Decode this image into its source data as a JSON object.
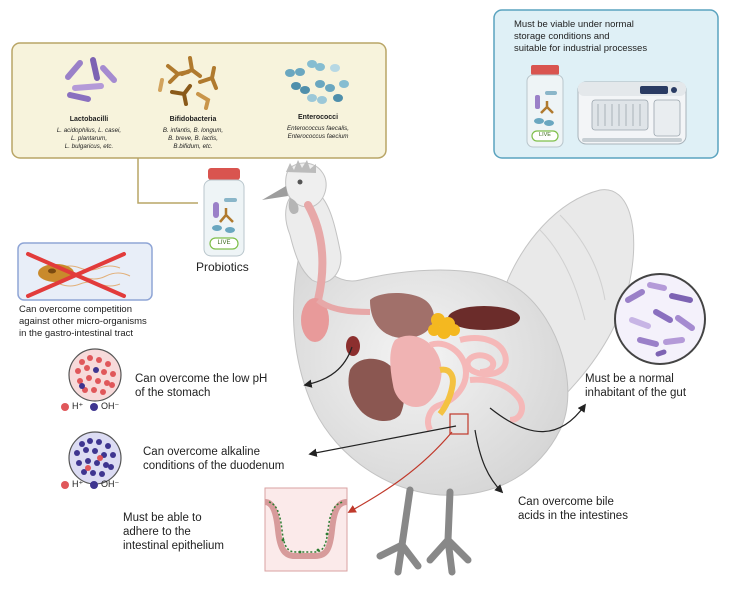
{
  "bacteria": {
    "lactobacilli": {
      "title": "Lactobacilli",
      "species": [
        "L. acidophilus, L. casei,",
        "L. plantarum,",
        "L. bulgaricus, etc."
      ]
    },
    "bifidobacteria": {
      "title": "Bifidobacteria",
      "species": [
        "B. infantis, B. longum,",
        "B. breve, B. lactis,",
        "B.bifidum, etc."
      ]
    },
    "enterococci": {
      "title": "Enterococci",
      "species": [
        "Enterococcus faecalis,",
        "Enterococcus faecium"
      ]
    }
  },
  "storage": {
    "text": [
      "Must be viable under normal",
      "storage   conditions and",
      "suitable for industrial processes"
    ],
    "jar_label": "LIVE"
  },
  "probiotics": {
    "label": "Probiotics",
    "jar_label": "LIVE"
  },
  "competition": {
    "text": [
      "Can overcome competition",
      "against other micro-organisms",
      "in the gastro-intestinal tract"
    ]
  },
  "stomach": {
    "text": [
      "Can overcome the low pH",
      "of the stomach"
    ],
    "ions": {
      "h": "H⁺",
      "oh": "OH⁻"
    }
  },
  "duodenum": {
    "text": [
      "Can overcome alkaline",
      "conditions of the duodenum"
    ],
    "ions": {
      "h": "H⁺",
      "oh": "OH⁻"
    }
  },
  "gut": {
    "text": [
      "Must be a normal",
      "inhabitant of the gut"
    ]
  },
  "bile": {
    "text": [
      "Can overcome bile",
      "acids in the intestines"
    ]
  },
  "epithelium": {
    "text": [
      "Must be able to",
      "adhere to the",
      "intestinal epithelium"
    ]
  },
  "colors": {
    "panel_fill": "#f7f3dc",
    "panel_stroke": "#b9a566",
    "storage_fill": "#dff0f6",
    "storage_stroke": "#5aa3bf",
    "competition_fill": "#e8eef8",
    "competition_stroke": "#8fa5d6",
    "lacto": "#9a80c8",
    "bifido": "#b07a2e",
    "entero": "#6aa7c0",
    "jar_lid": "#d9544f",
    "jar_label": "#7fbf4a",
    "proton": "#e0575a",
    "hydroxide": "#3e3590",
    "arrow": "#222222",
    "red_arrow": "#c0392b"
  },
  "icons": [
    "probiotic-jar-icon",
    "freeze-dryer-icon",
    "crossed-bacterium-icon",
    "magnified-bacteria-icon",
    "intestinal-villus-icon",
    "hen-illustration"
  ]
}
